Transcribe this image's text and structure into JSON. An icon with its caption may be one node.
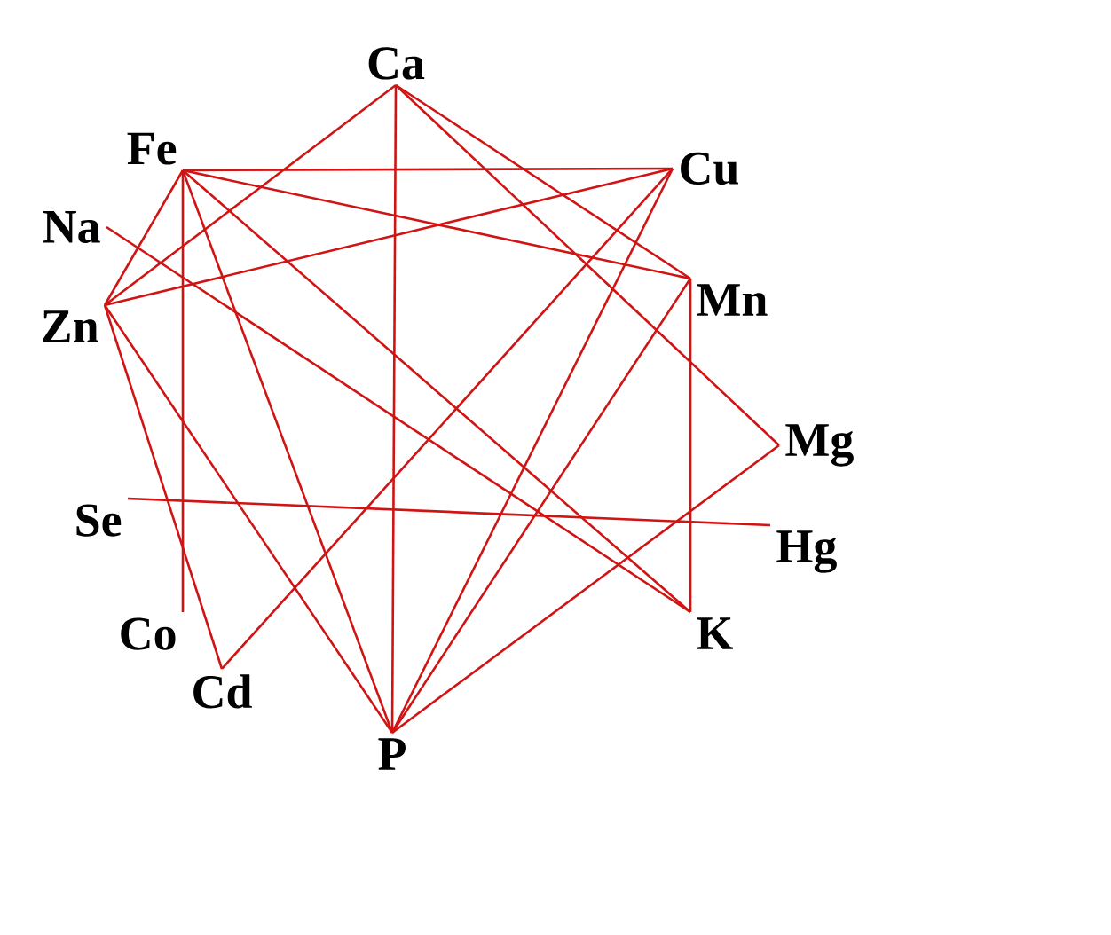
{
  "diagram": {
    "nodes": [
      {
        "text": [
          "Ca"
        ]
      },
      {
        "text": [
          "Fe"
        ]
      },
      {
        "text": [
          "Cu"
        ]
      },
      {
        "text": [
          "Na"
        ]
      },
      {
        "text": [
          "Mn"
        ]
      },
      {
        "text": [
          "Zn"
        ]
      },
      {
        "text": [
          "Mg"
        ]
      },
      {
        "text": [
          "Se"
        ]
      },
      {
        "text": [
          "Hg"
        ]
      },
      {
        "text": [
          "Co"
        ]
      },
      {
        "text": [
          "K"
        ]
      },
      {
        "text": [
          "Cd"
        ]
      },
      {
        "text": [
          "P"
        ]
      }
    ],
    "edges": [
      {
        "from": 0,
        "to": 5,
        "arrow": "none"
      },
      {
        "from": 0,
        "to": 12,
        "arrow": "none"
      },
      {
        "from": 0,
        "to": 4,
        "arrow": "none"
      },
      {
        "from": 0,
        "to": 6,
        "arrow": "none"
      },
      {
        "from": 1,
        "to": 2,
        "arrow": "none"
      },
      {
        "from": 1,
        "to": 4,
        "arrow": "none"
      },
      {
        "from": 1,
        "to": 5,
        "arrow": "none"
      },
      {
        "from": 1,
        "to": 9,
        "arrow": "none"
      },
      {
        "from": 1,
        "to": 12,
        "arrow": "none"
      },
      {
        "from": 1,
        "to": 10,
        "arrow": "none"
      },
      {
        "from": 2,
        "to": 5,
        "arrow": "none"
      },
      {
        "from": 2,
        "to": 11,
        "arrow": "none"
      },
      {
        "from": 2,
        "to": 12,
        "arrow": "none"
      },
      {
        "from": 3,
        "to": 10,
        "arrow": "none"
      },
      {
        "from": 4,
        "to": 10,
        "arrow": "none"
      },
      {
        "from": 4,
        "to": 12,
        "arrow": "none"
      },
      {
        "from": 5,
        "to": 11,
        "arrow": "none"
      },
      {
        "from": 5,
        "to": 12,
        "arrow": "none"
      },
      {
        "from": 6,
        "to": 12,
        "arrow": "none"
      },
      {
        "from": 7,
        "to": 8,
        "arrow": "none"
      }
    ]
  }
}
